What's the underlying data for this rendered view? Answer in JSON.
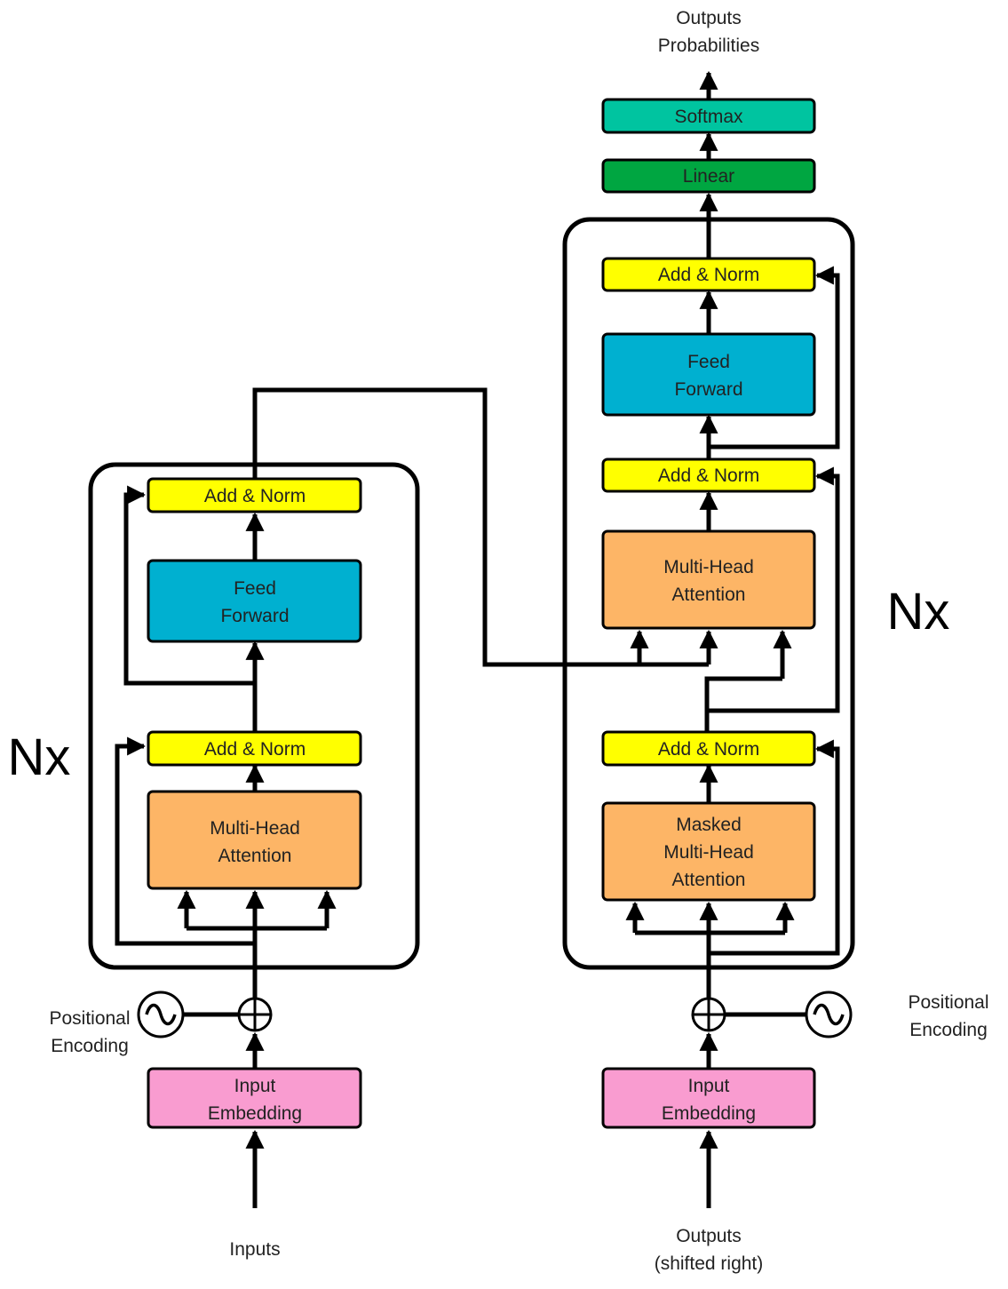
{
  "labels": {
    "outputs_probabilities_line1": "Outputs",
    "outputs_probabilities_line2": "Probabilities",
    "inputs": "Inputs",
    "outputs_shifted_line1": "Outputs",
    "outputs_shifted_line2": "(shifted right)",
    "pos_enc_left_line1": "Positional",
    "pos_enc_left_line2": "Encoding",
    "pos_enc_right_line1": "Positional",
    "pos_enc_right_line2": "Encoding"
  },
  "encoder": {
    "repeat_label": "Nx",
    "add_norm_top": "Add & Norm",
    "feed_forward_line1": "Feed",
    "feed_forward_line2": "Forward",
    "add_norm_bottom": "Add & Norm",
    "attention_line1": "Multi-Head",
    "attention_line2": "Attention",
    "embedding_line1": "Input",
    "embedding_line2": "Embedding"
  },
  "decoder": {
    "repeat_label": "Nx",
    "softmax": "Softmax",
    "linear": "Linear",
    "add_norm_top": "Add & Norm",
    "feed_forward_line1": "Feed",
    "feed_forward_line2": "Forward",
    "add_norm_middle": "Add & Norm",
    "attention_line1": "Multi-Head",
    "attention_line2": "Attention",
    "add_norm_bottom": "Add & Norm",
    "masked_attention_line1": "Masked",
    "masked_attention_line2": "Multi-Head",
    "masked_attention_line3": "Attention",
    "embedding_line1": "Input",
    "embedding_line2": "Embedding"
  },
  "colors": {
    "add_norm": "#ffff00",
    "feed_forward": "#00b0d0",
    "attention": "#fdb566",
    "embedding": "#f99cd0",
    "linear": "#00a641",
    "softmax": "#00c4a0"
  }
}
